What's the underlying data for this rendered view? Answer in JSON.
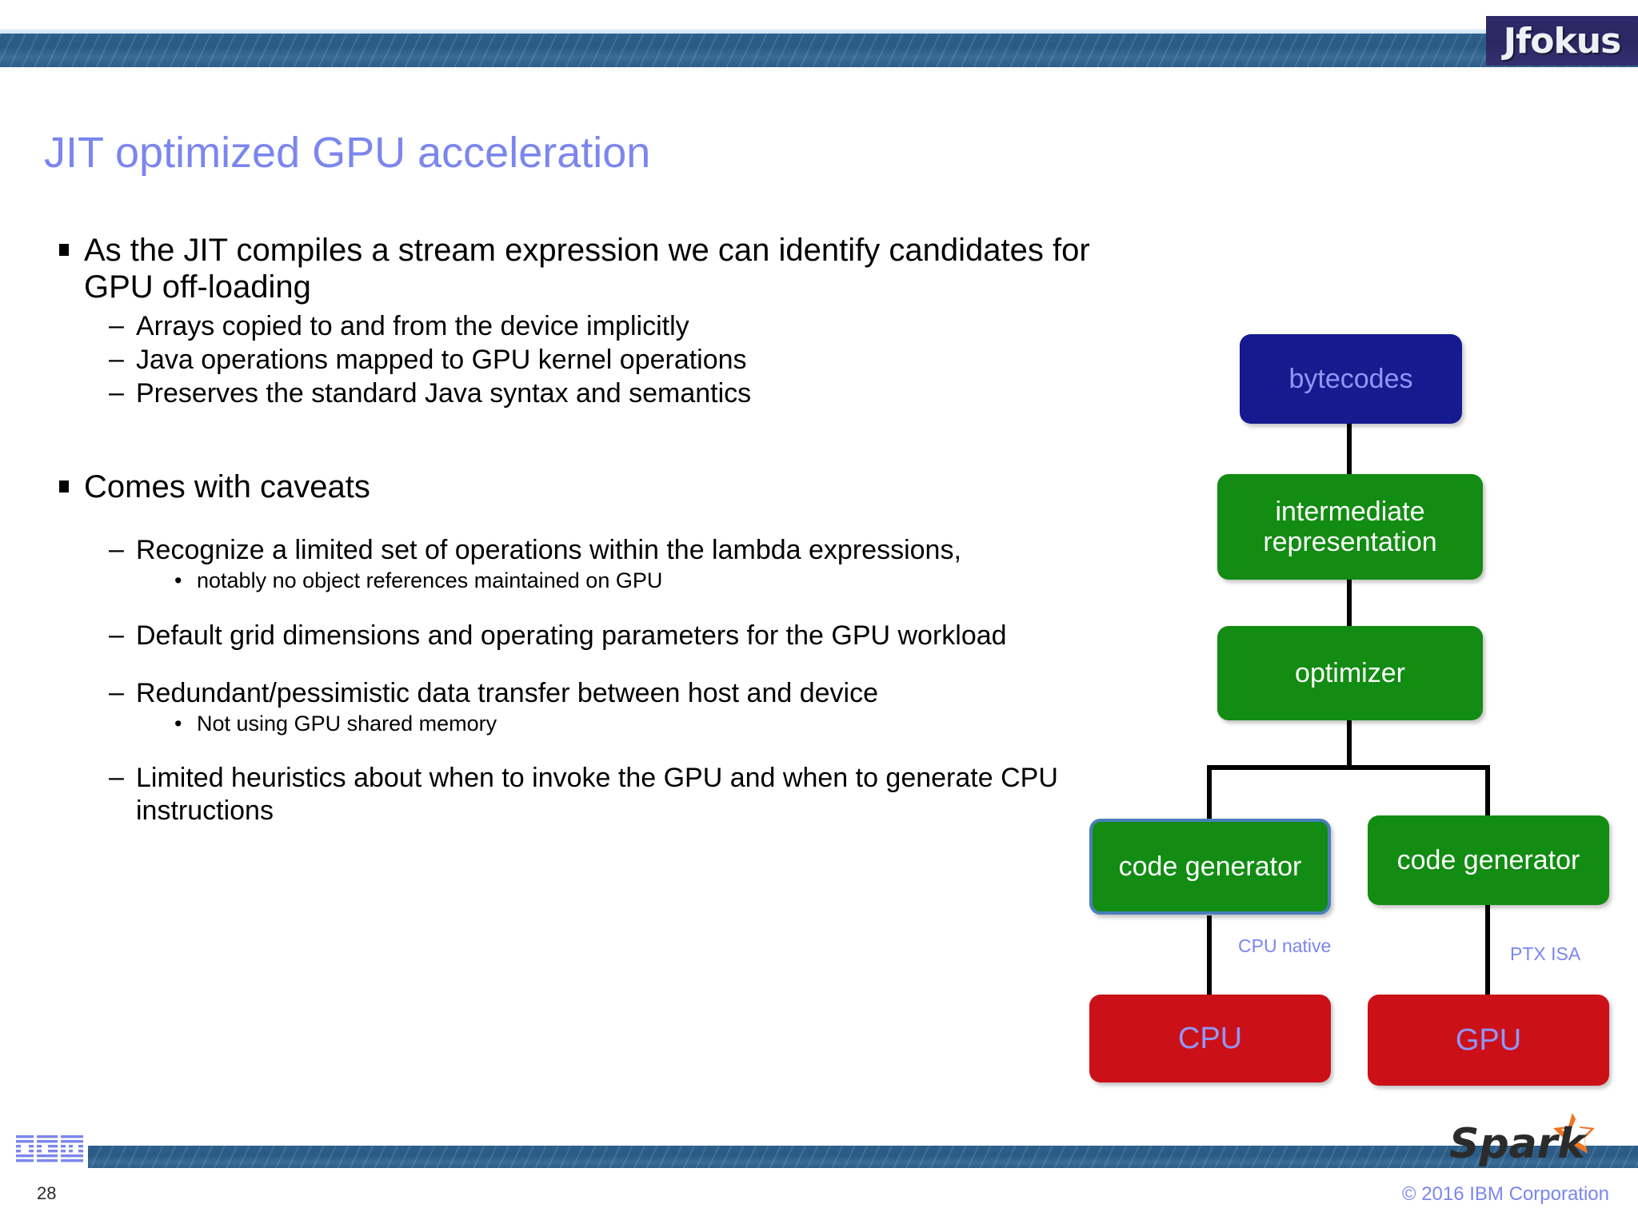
{
  "header": {
    "brand_logo_text": "Jfokus",
    "brand_bg": "#2e2a68"
  },
  "title": "JIT optimized GPU acceleration",
  "theme": {
    "accent_periwinkle": "#7b86ee",
    "band_blue": "#2d5f8b",
    "node_blue": "#151a8f",
    "node_green": "#128c12",
    "node_red": "#cc1018",
    "selection_outline": "#4a7ebb"
  },
  "content": {
    "bullet1": "As the JIT compiles a stream expression we can identify candidates for GPU off-loading",
    "bullet1_subs": [
      "Arrays copied to and from the device implicitly",
      "Java operations mapped to GPU kernel operations",
      "Preserves the standard Java syntax and semantics"
    ],
    "bullet2": "Comes with caveats",
    "caveats": [
      {
        "text": "Recognize a limited set of operations within the lambda expressions,",
        "subs": [
          "notably no object references maintained on GPU"
        ]
      },
      {
        "text": "Default grid dimensions and operating parameters for the GPU workload",
        "subs": []
      },
      {
        "text": "Redundant/pessimistic data transfer between host and device",
        "subs": [
          "Not using GPU shared memory"
        ]
      },
      {
        "text": "Limited heuristics about when to invoke the GPU and when to generate CPU instructions",
        "subs": []
      }
    ]
  },
  "diagram": {
    "nodes": {
      "bytecodes": "bytecodes",
      "ir": "intermediate representation",
      "optimizer": "optimizer",
      "codegen_cpu": "code generator",
      "codegen_gpu": "code generator",
      "cpu": "CPU",
      "gpu": "GPU"
    },
    "edge_labels": {
      "cpu_native": "CPU native",
      "ptx_isa": "PTX ISA"
    }
  },
  "footer": {
    "page_number": "28",
    "copyright": "© 2016 IBM Corporation",
    "ibm_logo_alt": "IBM",
    "spark_logo_alt": "Spark"
  }
}
